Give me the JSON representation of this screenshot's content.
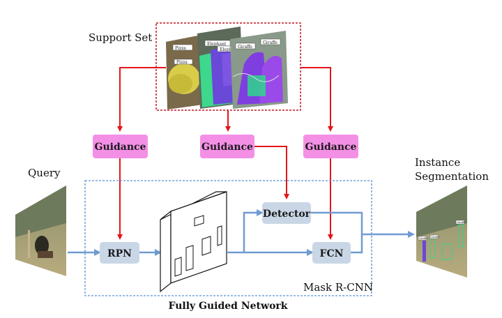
{
  "labels": {
    "support_set": "Support Set",
    "query": "Query",
    "instance_line1": "Instance",
    "instance_line2": "Segmentation",
    "mask_rcnn": "Mask R-CNN",
    "network_title": "Fully Guided Network"
  },
  "guidance": {
    "left": "Guidance",
    "middle": "Guidance",
    "right": "Guidance"
  },
  "modules": {
    "rpn": "RPN",
    "detector": "Detector",
    "fcn": "FCN"
  },
  "support_images": {
    "pizza_tag_1": "Pizza",
    "pizza_tag_2": "Pizza",
    "elephant_tag_1": "Elephant",
    "elephant_tag_2": "Elephant",
    "giraffe_tag_1": "Giraffe",
    "giraffe_tag_2": "Giraffe"
  },
  "output_tags": {
    "tag1": "Giraffe",
    "tag2": "Giraffe",
    "tag3": "Giraffe"
  },
  "colors": {
    "arrow_red": "#e4141b",
    "arrow_blue": "#6f9bd1",
    "guidance_fill": "#f48fe6",
    "module_fill": "#c9d6e6",
    "dashed_red": "#c0171e",
    "dashed_blue": "#5b8fd0"
  }
}
